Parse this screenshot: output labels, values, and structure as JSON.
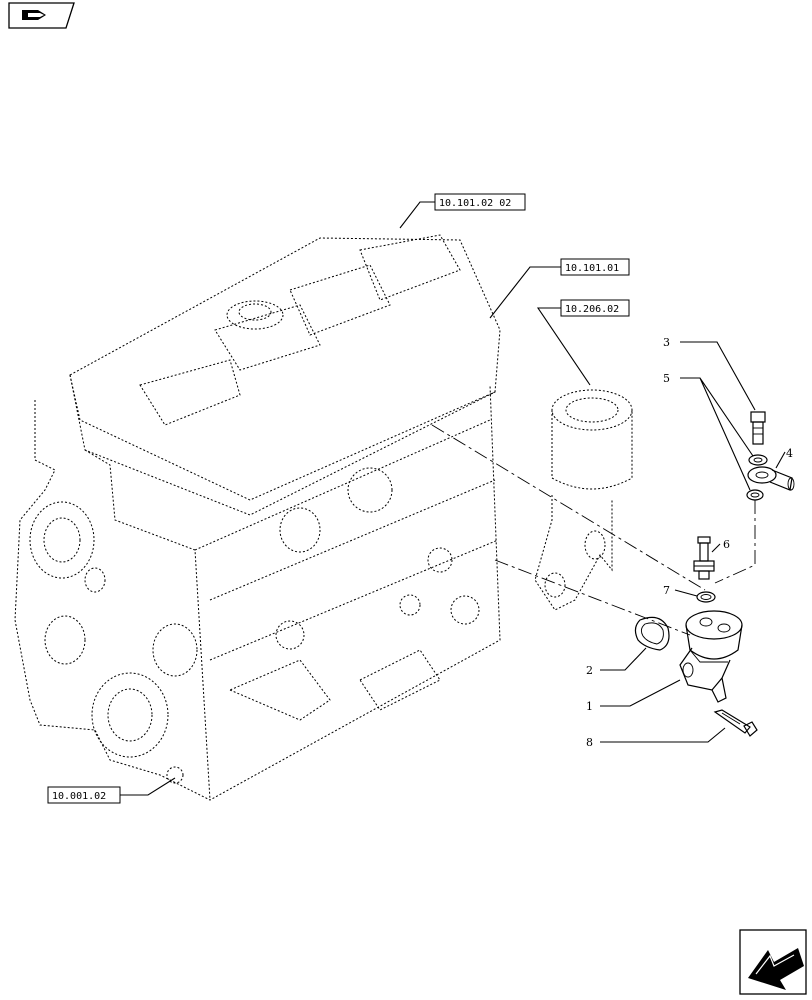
{
  "references": {
    "ref_top": "10.101.02 02",
    "ref_upper": "10.101.01",
    "ref_filter": "10.206.02",
    "ref_block": "10.001.02"
  },
  "callouts": {
    "c1": "1",
    "c2": "2",
    "c3": "3",
    "c4": "4",
    "c5": "5",
    "c6": "6",
    "c7": "7",
    "c8": "8"
  },
  "icons": {
    "top_nav": "book-arrow-icon",
    "bottom_nav": "next-page-arrow-icon"
  }
}
